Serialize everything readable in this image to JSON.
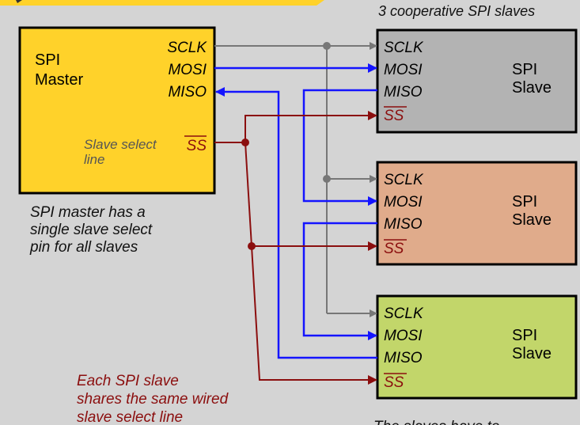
{
  "header": {
    "slaves_caption": "3 cooperative SPI slaves"
  },
  "master": {
    "label_line1": "SPI",
    "label_line2": "Master",
    "pin_sclk": "SCLK",
    "pin_mosi": "MOSI",
    "pin_miso": "MISO",
    "pin_ss": "SS",
    "slave_select_line1": "Slave select",
    "slave_select_line2": "line"
  },
  "master_note": {
    "line1": "SPI master has a",
    "line2": "single slave select",
    "line3": "pin for all slaves"
  },
  "shared_note": {
    "line1": "Each SPI slave",
    "line2": "shares the same wired",
    "line3": "slave select line"
  },
  "bottom_note": {
    "line1": "The slaves have to"
  },
  "slaves": [
    {
      "pin_sclk": "SCLK",
      "pin_mosi": "MOSI",
      "pin_miso": "MISO",
      "pin_ss": "SS",
      "label_line1": "SPI",
      "label_line2": "Slave"
    },
    {
      "pin_sclk": "SCLK",
      "pin_mosi": "MOSI",
      "pin_miso": "MISO",
      "pin_ss": "SS",
      "label_line1": "SPI",
      "label_line2": "Slave"
    },
    {
      "pin_sclk": "SCLK",
      "pin_mosi": "MOSI",
      "pin_miso": "MISO",
      "pin_ss": "SS",
      "label_line1": "SPI",
      "label_line2": "Slave"
    }
  ],
  "colors": {
    "background": "#d4d4d4",
    "master_fill": "#ffd22a",
    "slave1_fill": "#b3b3b3",
    "slave2_fill": "#e0ab8b",
    "slave3_fill": "#c2d66a",
    "sclk_wire": "#777777",
    "data_wire": "#1414ff",
    "ss_wire": "#8b0e0e",
    "caption_red": "#8b0e0e",
    "caption_grey": "#555555"
  }
}
